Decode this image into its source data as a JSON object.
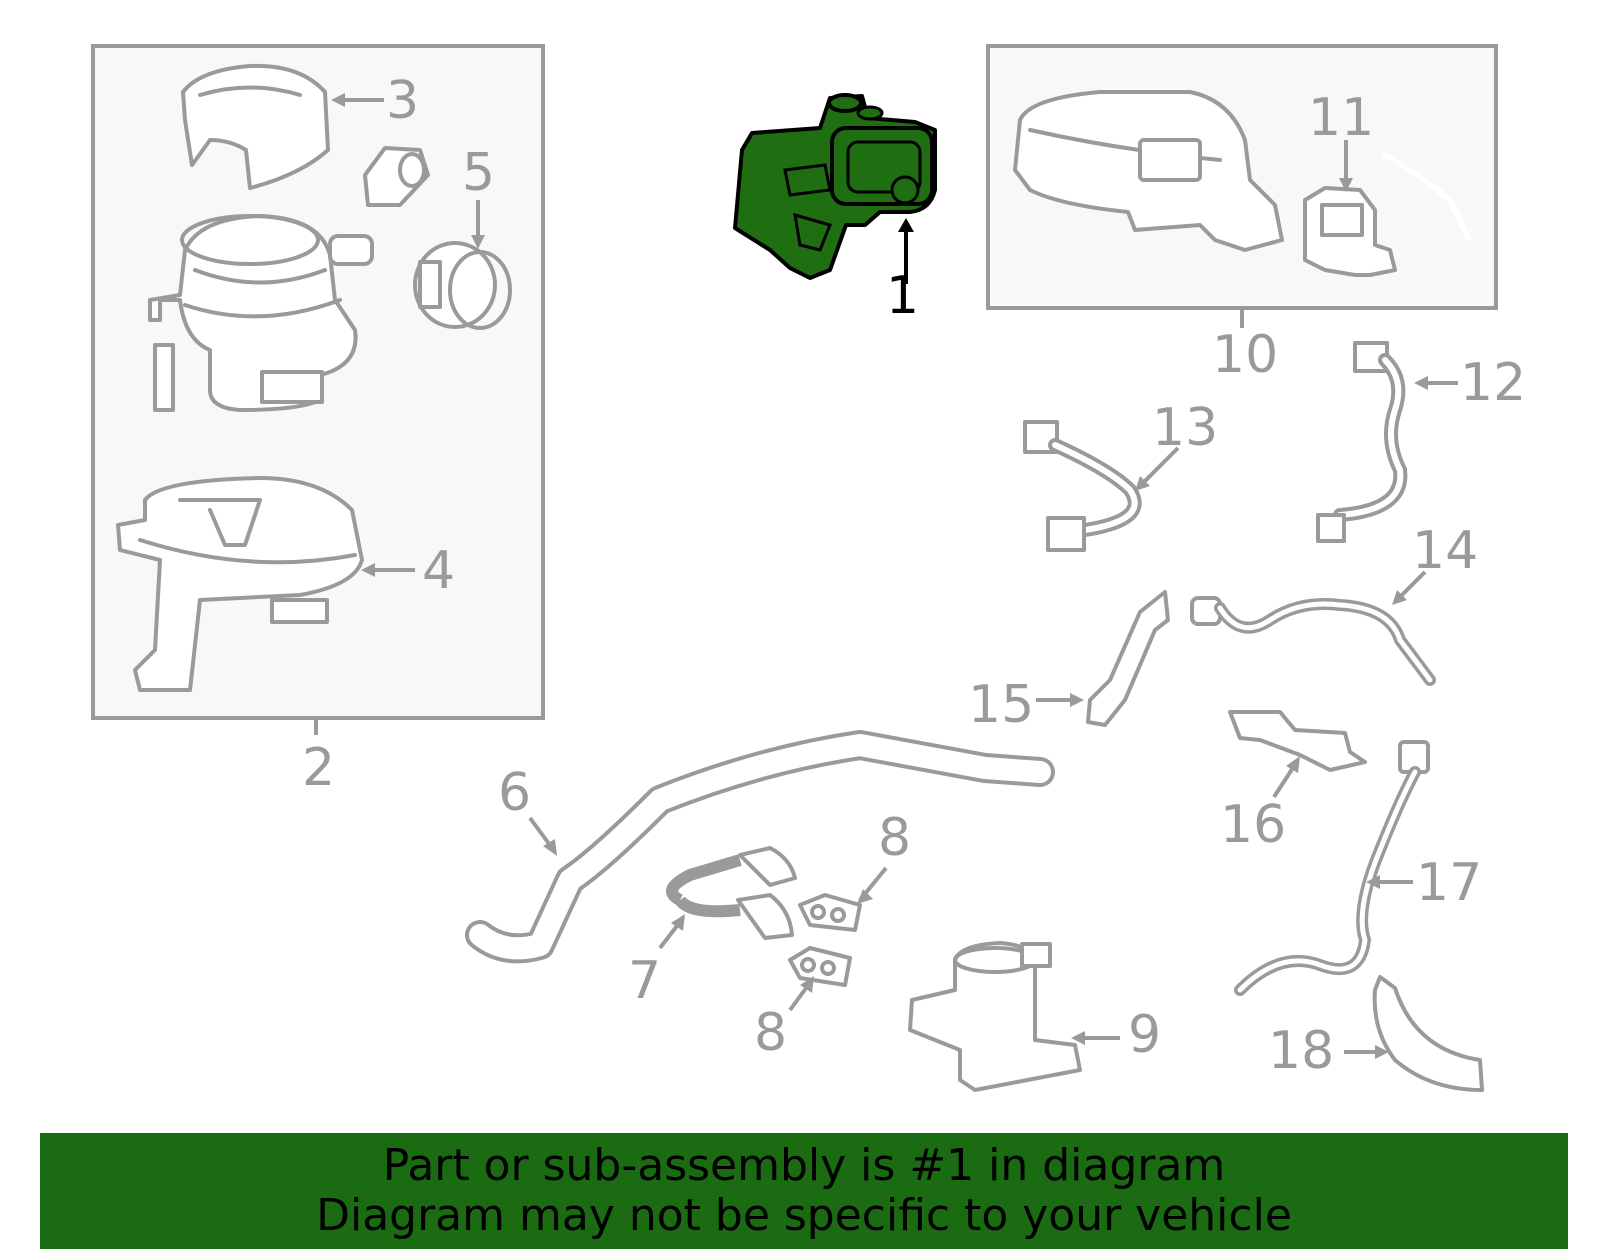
{
  "colors": {
    "highlight_fill": "#1f6e12",
    "banner_bg": "#1a6b12",
    "line_gray": "#9a9a9a",
    "box_bg": "#f8f8f8"
  },
  "callouts": {
    "c1": "1",
    "c2": "2",
    "c3": "3",
    "c4": "4",
    "c5": "5",
    "c6": "6",
    "c7": "7",
    "c8a": "8",
    "c8b": "8",
    "c9": "9",
    "c10": "10",
    "c11": "11",
    "c12": "12",
    "c13": "13",
    "c14": "14",
    "c15": "15",
    "c16": "16",
    "c17": "17",
    "c18": "18"
  },
  "banner": {
    "line1": "Part or sub-assembly is #1 in diagram",
    "line2": "Diagram may not be specific to your vehicle"
  }
}
